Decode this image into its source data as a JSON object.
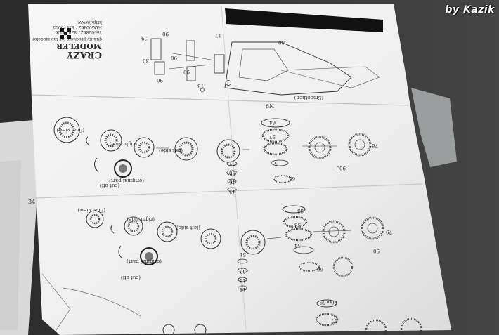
{
  "watermark": "by Kazik",
  "header": {
    "brand_lines": [
      "CRAZY",
      "MODELER"
    ],
    "tagline": "quality products for the modeler",
    "contact_lines": [
      "Tel:008627-83879006",
      "FAX:008627-83879005",
      "http://www."
    ]
  },
  "top_diagram": {
    "part_numbers": [
      "39",
      "90",
      "90",
      "30",
      "90",
      "90",
      "13",
      "N9",
      "12",
      "80"
    ],
    "caption": "(Smoothen)"
  },
  "section1": {
    "stage_labels": [
      "(final view)",
      "(right side)",
      "(left side)",
      "(original part)",
      "(cut off)"
    ],
    "part_numbers": [
      "64",
      "57",
      "78",
      "51",
      "52",
      "50",
      "46",
      "43",
      "65",
      "90c"
    ]
  },
  "section2": {
    "stage_labels": [
      "(final view)",
      "(right side)",
      "(left side)",
      "(original part)",
      "(cut off)"
    ],
    "part_numbers": [
      "63",
      "58",
      "79",
      "54",
      "51",
      "53",
      "48",
      "45",
      "66",
      "90"
    ]
  },
  "section3": {
    "part_numbers": [
      "60or59",
      "57",
      "34"
    ]
  },
  "colors": {
    "background_dark": "#3a3a3a",
    "paper": "#f4f4f4",
    "ink": "#2a2a2a"
  }
}
